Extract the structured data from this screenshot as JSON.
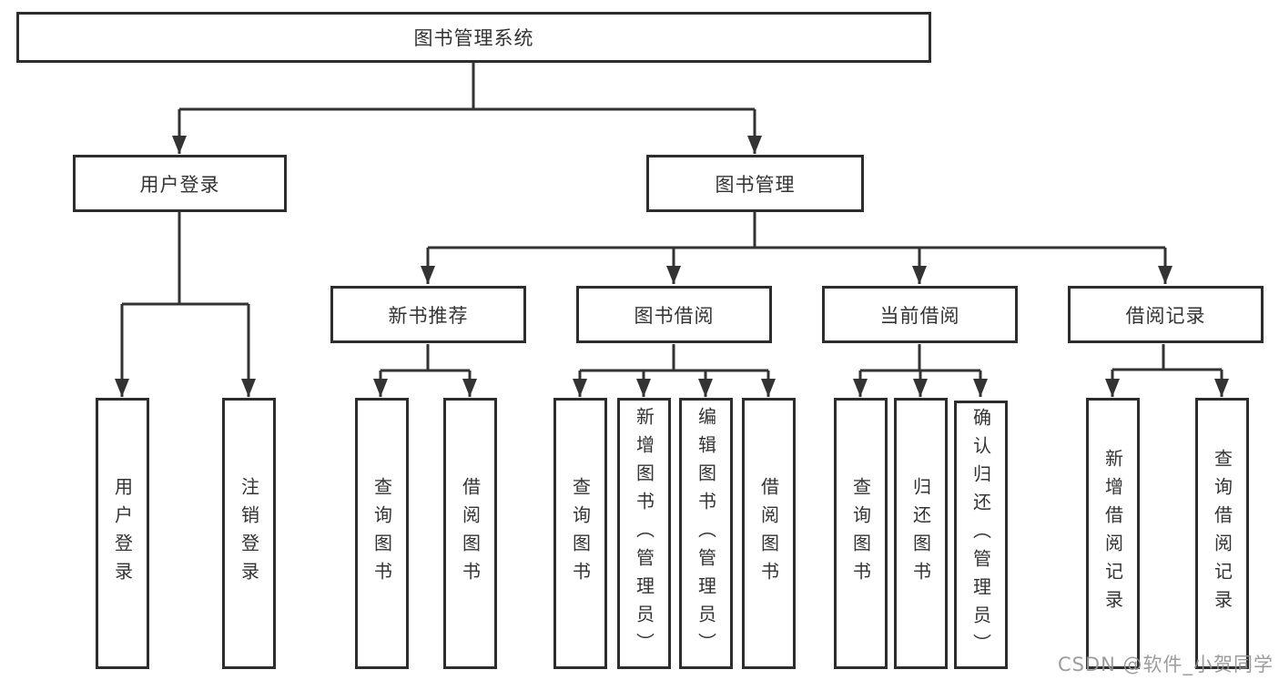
{
  "diagram_title": "图书管理系统",
  "tree": {
    "label": "图书管理系统",
    "children": [
      {
        "label": "用户登录",
        "children": [
          {
            "label": "用户登录"
          },
          {
            "label": "注销登录"
          }
        ]
      },
      {
        "label": "图书管理",
        "children": [
          {
            "label": "新书推荐",
            "children": [
              {
                "label": "查询图书"
              },
              {
                "label": "借阅图书"
              }
            ]
          },
          {
            "label": "图书借阅",
            "children": [
              {
                "label": "查询图书"
              },
              {
                "label": "新增图书（管理员）"
              },
              {
                "label": "编辑图书（管理员）"
              },
              {
                "label": "借阅图书"
              }
            ]
          },
          {
            "label": "当前借阅",
            "children": [
              {
                "label": "查询图书"
              },
              {
                "label": "归还图书"
              },
              {
                "label": "确认归还（管理员）"
              }
            ]
          },
          {
            "label": "借阅记录",
            "children": [
              {
                "label": "新增借阅记录"
              },
              {
                "label": "查询借阅记录"
              }
            ]
          }
        ]
      }
    ]
  },
  "watermark": "CSDN @软件_小贺同学",
  "colors": {
    "line": "#333333",
    "box_border": "#2d2d2d",
    "box_fill": "#ffffff",
    "text": "#333333",
    "watermark": "#949494"
  }
}
